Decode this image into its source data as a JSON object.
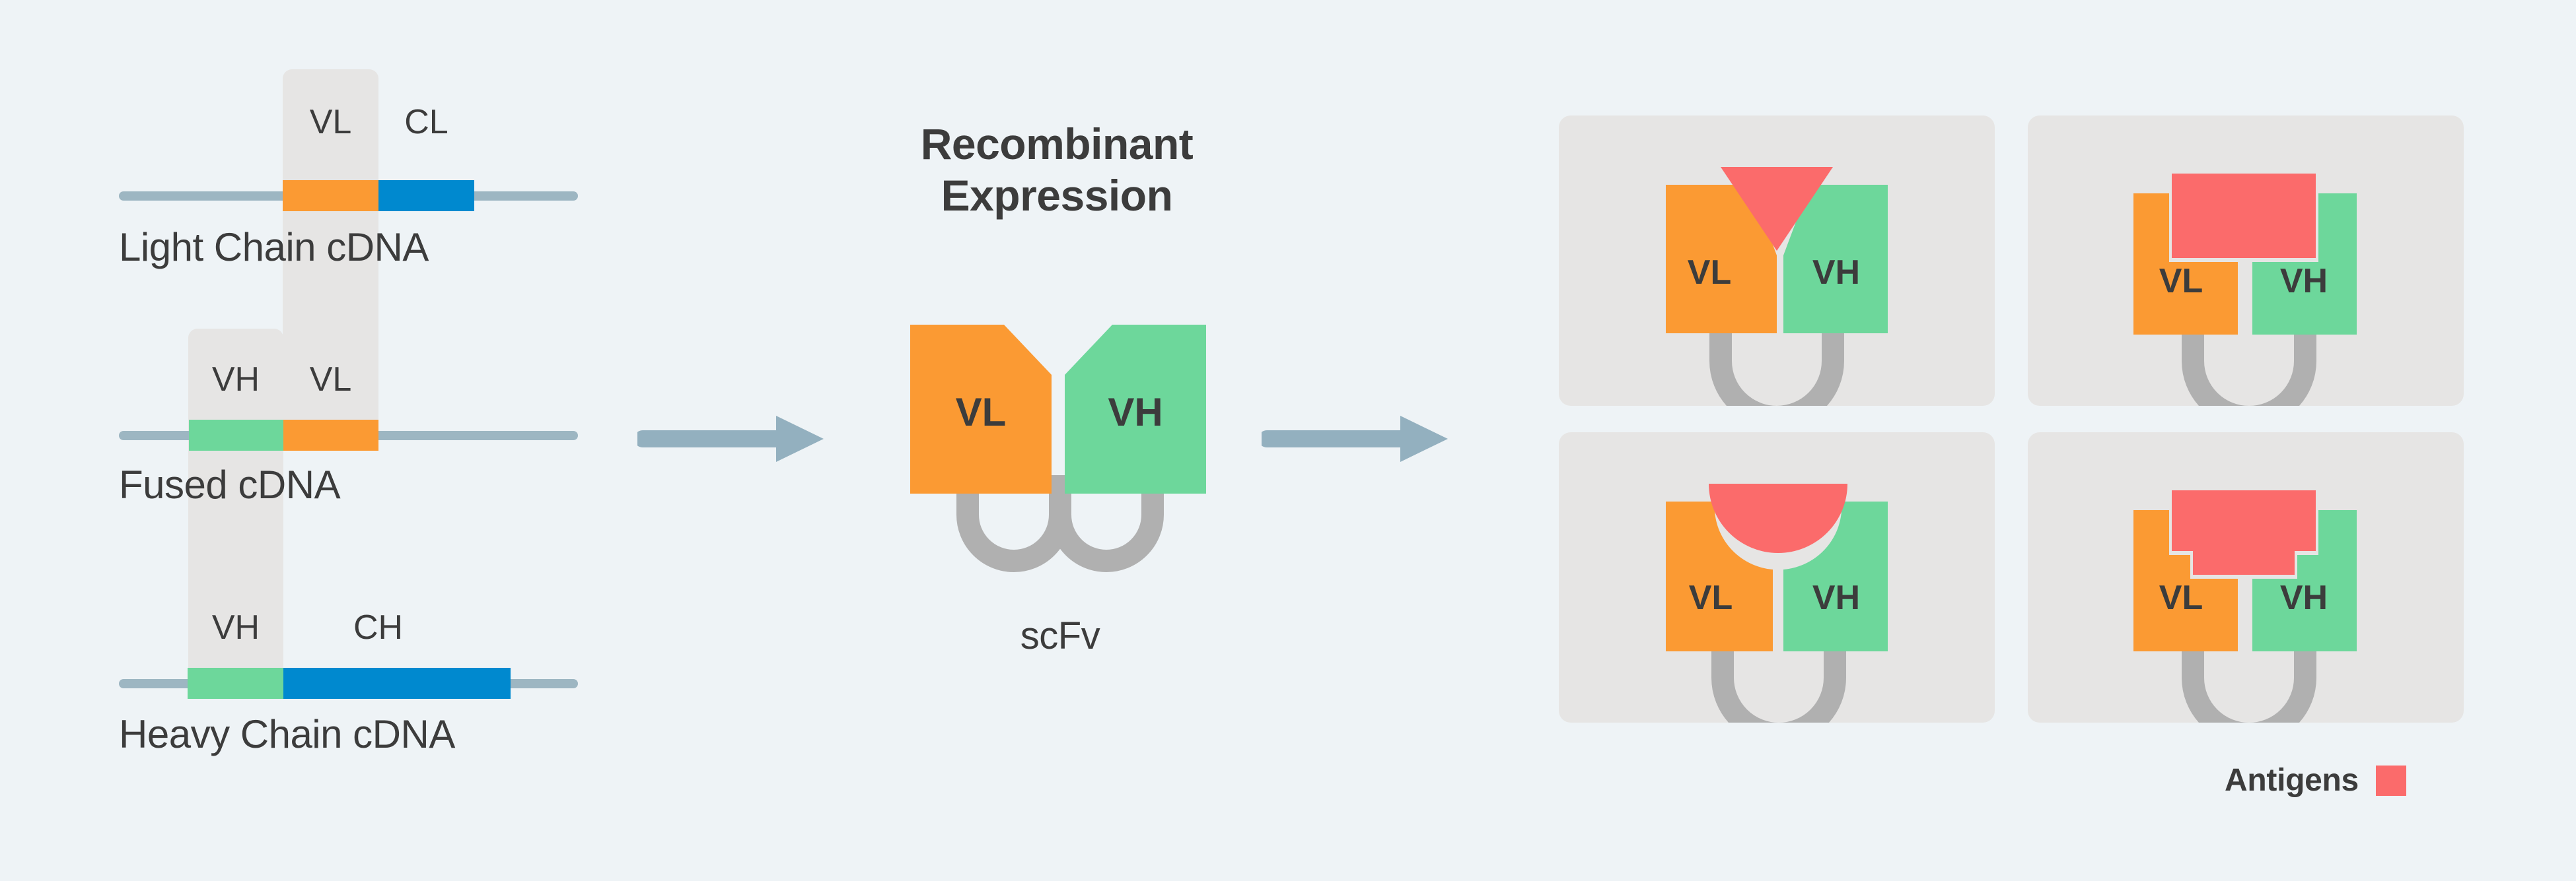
{
  "colors": {
    "background": "#eef3f6",
    "panel_bg": "#e6e5e4",
    "highlight_band": "#e6e5e4",
    "vl_orange": "#fb9a33",
    "vh_green": "#6dd79b",
    "constant_blue": "#0089cf",
    "antigen_red": "#fb6b6b",
    "linker_grey": "#b0b0b0",
    "dna_line": "#9db6c2",
    "arrow": "#93b0bf",
    "text": "#3c3c3c"
  },
  "left_section": {
    "rows": [
      {
        "caption": "Light Chain cDNA",
        "segments": [
          {
            "label": "VL",
            "color": "#fb9a33"
          },
          {
            "label": "CL",
            "color": "#0089cf"
          }
        ]
      },
      {
        "caption": "Fused cDNA",
        "segments": [
          {
            "label": "VH",
            "color": "#6dd79b"
          },
          {
            "label": "VL",
            "color": "#fb9a33"
          }
        ]
      },
      {
        "caption": "Heavy Chain cDNA",
        "segments": [
          {
            "label": "VH",
            "color": "#6dd79b"
          },
          {
            "label": "CH",
            "color": "#0089cf"
          }
        ]
      }
    ]
  },
  "arrows": {
    "arrow_1_name": "process-arrow-left",
    "arrow_2_name": "process-arrow-right"
  },
  "center_section": {
    "title_line1": "Recombinant",
    "title_line2": "Expression",
    "scfv_caption": "scFv",
    "vl_label": "VL",
    "vh_label": "VH"
  },
  "right_section": {
    "panels": [
      {
        "id": "panel-1",
        "antigen_shape": "triangle",
        "vl_label": "VL",
        "vh_label": "VH"
      },
      {
        "id": "panel-2",
        "antigen_shape": "rectangle",
        "vl_label": "VL",
        "vh_label": "VH"
      },
      {
        "id": "panel-3",
        "antigen_shape": "semicircle",
        "vl_label": "VL",
        "vh_label": "VH"
      },
      {
        "id": "panel-4",
        "antigen_shape": "stepped",
        "vl_label": "VL",
        "vh_label": "VH"
      }
    ]
  },
  "legend": {
    "label": "Antigens",
    "swatch_color": "#fb6b6b"
  }
}
